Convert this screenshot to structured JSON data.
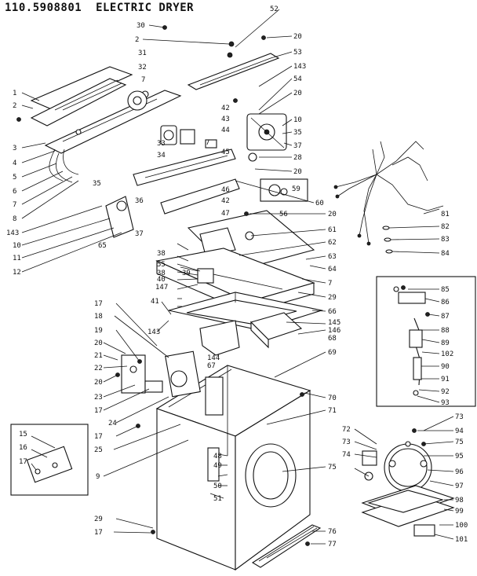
{
  "title": "110.5908801  ELECTRIC DRYER",
  "callouts": {
    "c1": "1",
    "c2": "2",
    "c2b": "2",
    "c3": "3",
    "c4": "4",
    "c5": "5",
    "c6": "6",
    "c7": "7",
    "c7b": "7",
    "c7c": "7",
    "c8": "8",
    "c9": "9",
    "c10": "10",
    "c10b": "10",
    "c11": "11",
    "c12": "12",
    "c15": "15",
    "c16": "16",
    "c17a": "17",
    "c17b": "17",
    "c17c": "17",
    "c17d": "17",
    "c17e": "17",
    "c18": "18",
    "c19": "19",
    "c20a": "20",
    "c20b": "20",
    "c20c": "20",
    "c20d": "20",
    "c20e": "20",
    "c20f": "20",
    "c21": "21",
    "c22": "22",
    "c23": "23",
    "c24": "24",
    "c25": "25",
    "c28": "28",
    "c29a": "29",
    "c29b": "29",
    "c30": "30",
    "c31": "31",
    "c32": "32",
    "c33": "33",
    "c34": "34",
    "c35a": "35",
    "c35b": "35",
    "c36": "36",
    "c37a": "37",
    "c37b": "37",
    "c38a": "38",
    "c38b": "38",
    "c39": "39",
    "c40": "40",
    "c41": "41",
    "c42a": "42",
    "c42b": "42",
    "c43": "43",
    "c44": "44",
    "c45": "45",
    "c46": "46",
    "c47": "47",
    "c48": "48",
    "c49": "49",
    "c50": "50",
    "c51": "51",
    "c52": "52",
    "c53": "53",
    "c54": "54",
    "c55": "55",
    "c56": "56",
    "c59": "59",
    "c60": "60",
    "c61": "61",
    "c62": "62",
    "c63": "63",
    "c64": "64",
    "c65": "65",
    "c66": "66",
    "c67": "67",
    "c68": "68",
    "c69": "69",
    "c70": "70",
    "c71": "71",
    "c72": "72",
    "c73a": "73",
    "c73b": "73",
    "c74": "74",
    "c75a": "75",
    "c75b": "75",
    "c76": "76",
    "c77": "77",
    "c81": "81",
    "c82": "82",
    "c83": "83",
    "c84": "84",
    "c85": "85",
    "c86": "86",
    "c87": "87",
    "c88": "88",
    "c89": "89",
    "c90": "90",
    "c91": "91",
    "c92": "92",
    "c93": "93",
    "c94": "94",
    "c95": "95",
    "c96": "96",
    "c97": "97",
    "c98": "98",
    "c99": "99",
    "c100": "100",
    "c101": "101",
    "c102": "102",
    "c143a": "143",
    "c143b": "143",
    "c143c": "143",
    "c144": "144",
    "c145": "145",
    "c146": "146",
    "c147": "147"
  }
}
